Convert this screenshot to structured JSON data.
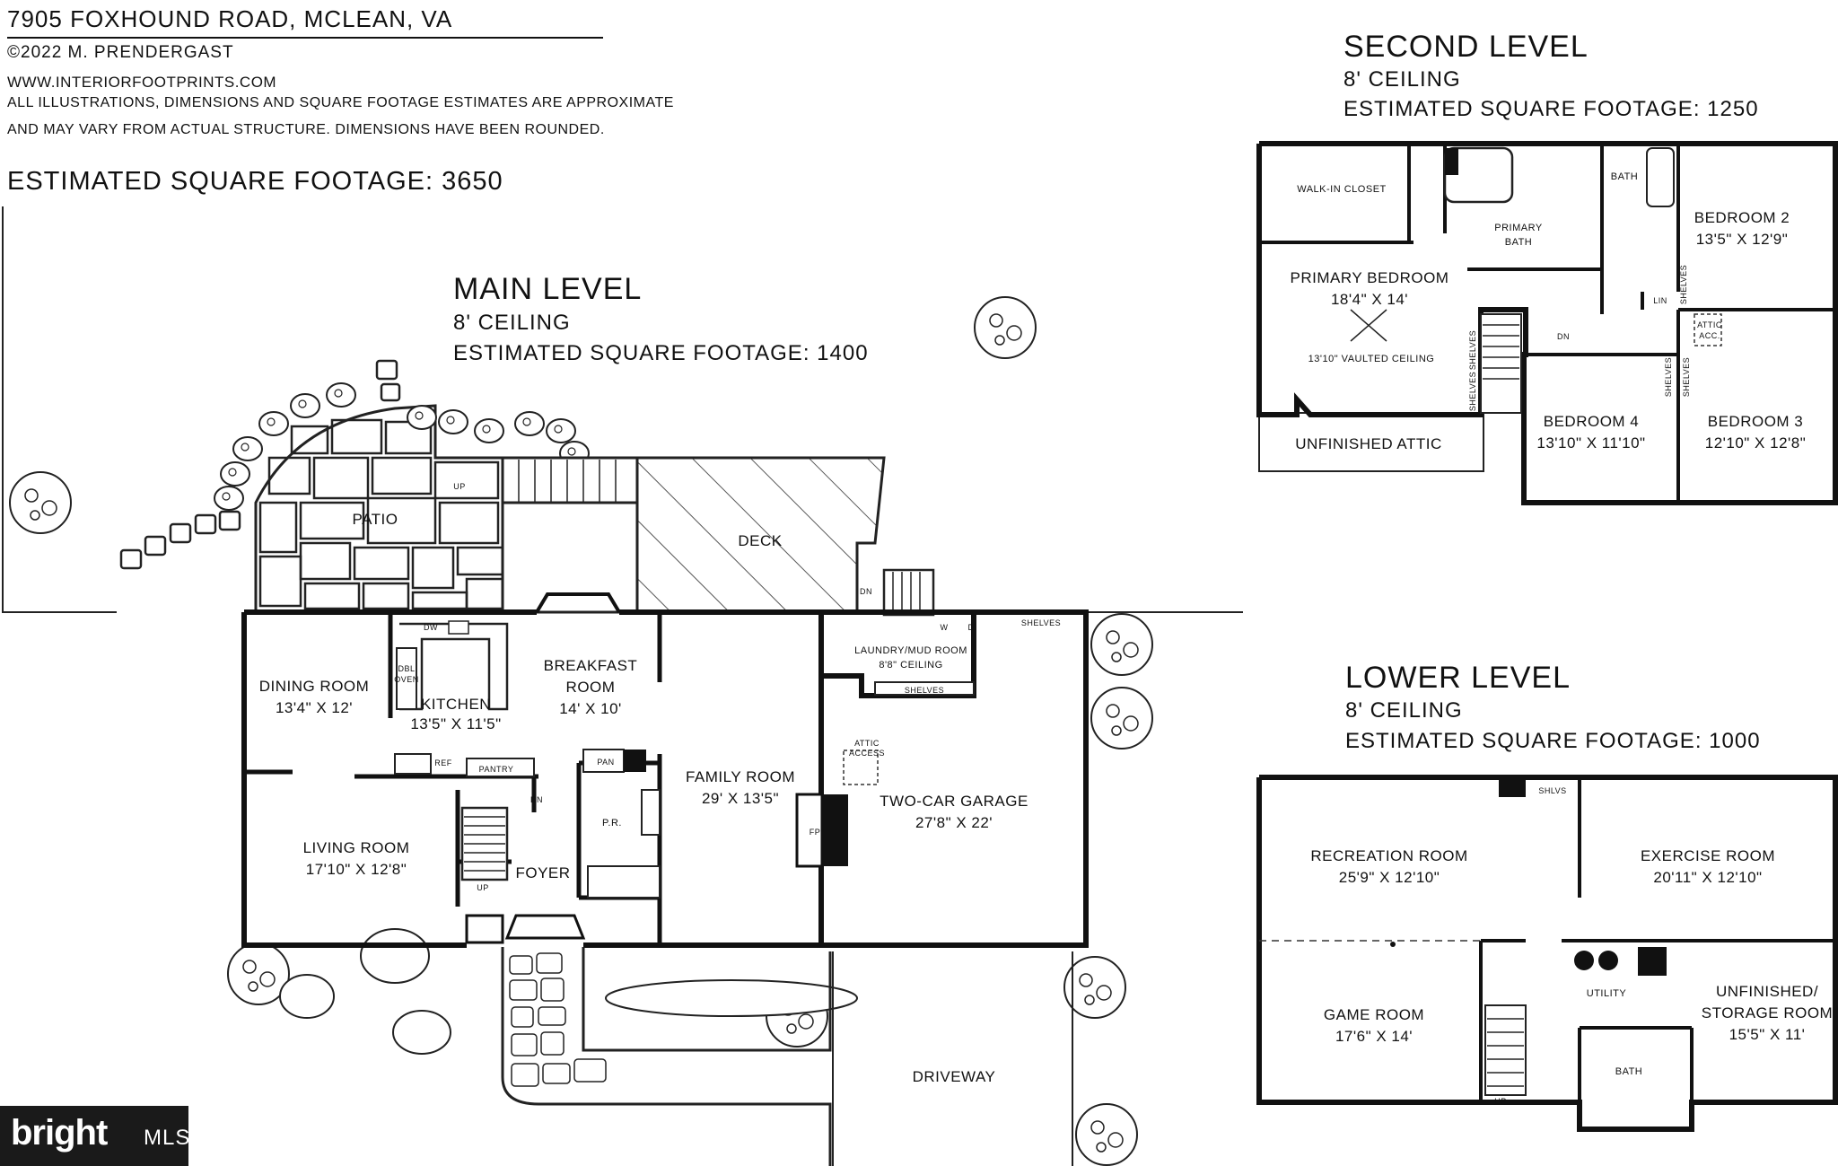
{
  "header": {
    "address": "7905 FOXHOUND ROAD, MCLEAN, VA",
    "copyright": "©2022 M. PRENDERGAST",
    "website": "WWW.INTERIORFOOTPRINTS.COM",
    "disclaimer_line1": "ALL ILLUSTRATIONS, DIMENSIONS AND SQUARE FOOTAGE ESTIMATES ARE APPROXIMATE",
    "disclaimer_line2": "AND MAY VARY FROM ACTUAL STRUCTURE. DIMENSIONS HAVE BEEN ROUNDED.",
    "total_sqft": "ESTIMATED SQUARE FOOTAGE: 3650"
  },
  "main_level": {
    "title": "MAIN LEVEL",
    "ceiling": "8' CEILING",
    "sqft": "ESTIMATED SQUARE FOOTAGE: 1400",
    "rooms": {
      "patio": "PATIO",
      "deck": "DECK",
      "dining_name": "DINING ROOM",
      "dining_dim": "13'4\" X 12'",
      "kitchen_name": "KITCHEN",
      "kitchen_dim": "13'5\" X 11'5\"",
      "breakfast_name1": "BREAKFAST",
      "breakfast_name2": "ROOM",
      "breakfast_dim": "14' X 10'",
      "laundry_name": "LAUNDRY/MUD ROOM",
      "laundry_ceiling": "8'8\" CEILING",
      "shelves_a": "SHELVES",
      "shelves_b": "SHELVES",
      "family_name": "FAMILY ROOM",
      "family_dim": "29' X 13'5\"",
      "garage_name": "TWO-CAR GARAGE",
      "garage_dim": "27'8\" X 22'",
      "attic_access1": "ATTIC",
      "attic_access2": "ACCESS",
      "living_name": "LIVING ROOM",
      "living_dim": "17'10\" X 12'8\"",
      "foyer": "FOYER",
      "pantry": "PANTRY",
      "ref": "REF",
      "pan": "PAN",
      "pr": "P.R.",
      "fp": "FP",
      "dw": "DW",
      "dbl_oven1": "DBL",
      "dbl_oven2": "OVEN",
      "w": "W",
      "d": "D",
      "up_stair": "UP",
      "up_patio": "UP",
      "dn_basement": "DN",
      "dn_deck": "DN",
      "driveway": "DRIVEWAY"
    }
  },
  "second_level": {
    "title": "SECOND LEVEL",
    "ceiling": "8' CEILING",
    "sqft": "ESTIMATED SQUARE FOOTAGE: 1250",
    "rooms": {
      "walkin": "WALK-IN CLOSET",
      "primary_bath1": "PRIMARY",
      "primary_bath2": "BATH",
      "bath": "BATH",
      "bed2_name": "BEDROOM 2",
      "bed2_dim": "13'5\" X 12'9\"",
      "primary_bed_name": "PRIMARY BEDROOM",
      "primary_bed_dim": "18'4\" X 14'",
      "vaulted": "13'10\" VAULTED CEILING",
      "lin": "LIN",
      "attic_acc1": "ATTIC",
      "attic_acc2": "ACC.",
      "dn": "DN",
      "shelves1": "SHELVES",
      "shelves2": "SHELVES",
      "shelves3": "SHELVES",
      "shelves4": "SHELVES",
      "shelves5": "SHELVES",
      "unfinished_attic": "UNFINISHED ATTIC",
      "bed4_name": "BEDROOM 4",
      "bed4_dim": "13'10\" X 11'10\"",
      "bed3_name": "BEDROOM 3",
      "bed3_dim": "12'10\" X 12'8\""
    }
  },
  "lower_level": {
    "title": "LOWER LEVEL",
    "ceiling": "8' CEILING",
    "sqft": "ESTIMATED SQUARE FOOTAGE: 1000",
    "rooms": {
      "shlvs": "SHLVS",
      "rec_name": "RECREATION ROOM",
      "rec_dim": "25'9\" X 12'10\"",
      "exercise_name": "EXERCISE ROOM",
      "exercise_dim": "20'11\" X 12'10\"",
      "utility": "UTILITY",
      "game_name": "GAME ROOM",
      "game_dim": "17'6\" X 14'",
      "unfinished1": "UNFINISHED/",
      "unfinished2": "STORAGE ROOM",
      "unfinished_dim": "15'5\" X 11'",
      "bath": "BATH",
      "up": "UP"
    }
  },
  "watermark": {
    "brand": "bright",
    "suffix": "MLS"
  }
}
